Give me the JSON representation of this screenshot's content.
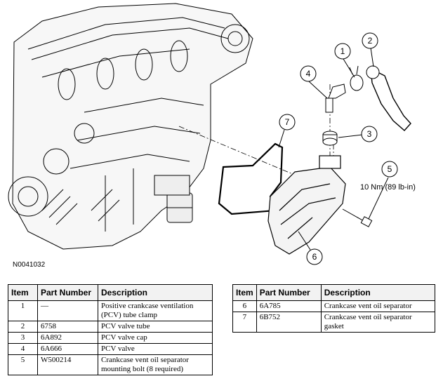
{
  "figure": {
    "id": "N0041032",
    "torque_label": "10 Nm (89 lb-in)",
    "callouts": [
      "1",
      "2",
      "3",
      "4",
      "5",
      "6",
      "7"
    ]
  },
  "tables": {
    "left": {
      "headers": [
        "Item",
        "Part Number",
        "Description"
      ],
      "rows": [
        {
          "item": "1",
          "part": "—",
          "desc": "Positive crankcase ventilation (PCV) tube clamp"
        },
        {
          "item": "2",
          "part": "6758",
          "desc": "PCV valve tube"
        },
        {
          "item": "3",
          "part": "6A892",
          "desc": "PCV valve cap"
        },
        {
          "item": "4",
          "part": "6A666",
          "desc": "PCV valve"
        },
        {
          "item": "5",
          "part": "W500214",
          "desc": "Crankcase vent oil separator mounting bolt (8 required)"
        }
      ]
    },
    "right": {
      "headers": [
        "Item",
        "Part Number",
        "Description"
      ],
      "rows": [
        {
          "item": "6",
          "part": "6A785",
          "desc": "Crankcase vent oil separator"
        },
        {
          "item": "7",
          "part": "6B752",
          "desc": "Crankcase vent oil separator gasket"
        }
      ]
    }
  }
}
